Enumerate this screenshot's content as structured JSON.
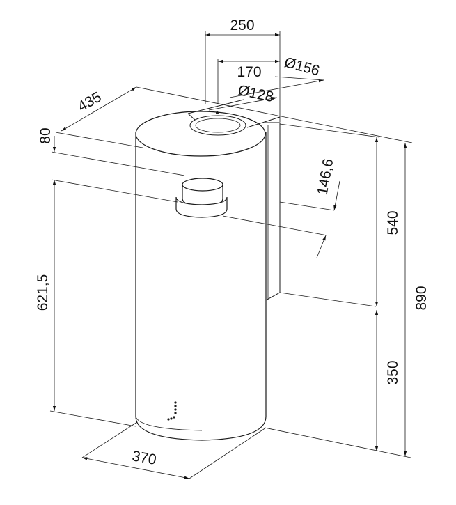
{
  "dimensions": {
    "width_250": "250",
    "width_170": "170",
    "diameter_156": "Ø156",
    "diameter_128": "Ø128",
    "depth_435": "435",
    "offset_80": "80",
    "offset_146_6": "146,6",
    "height_540": "540",
    "height_890": "890",
    "height_350": "350",
    "height_621_5": "621,5",
    "diameter_370": "370"
  },
  "colors": {
    "line": "#1a1a1a",
    "background": "#ffffff"
  }
}
